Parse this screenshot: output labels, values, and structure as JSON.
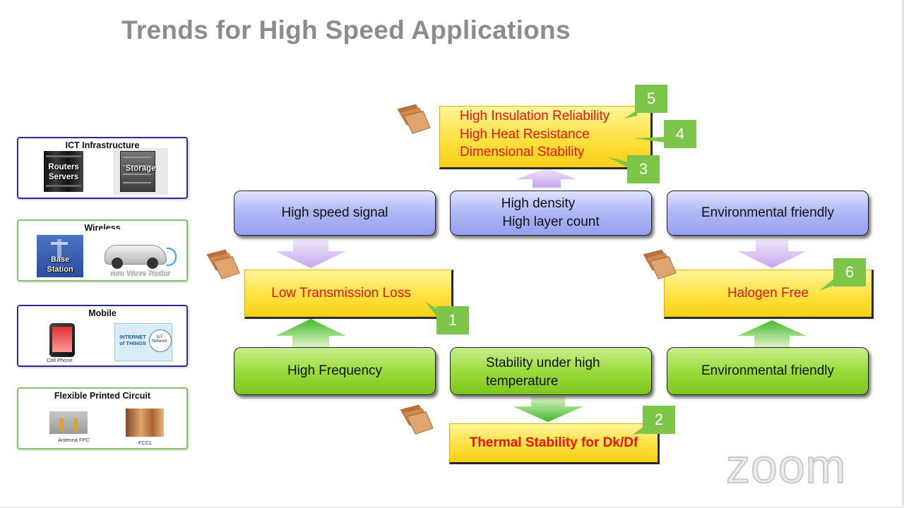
{
  "title": "Trends for High Speed Applications",
  "applications": {
    "ict": {
      "title": "ICT Infrastructure",
      "routers_label": "Routers Servers",
      "storage_label": "Storage"
    },
    "wireless": {
      "title": "Wireless",
      "base_station_label": "Base Station",
      "radar_label": "mm Wave Radar"
    },
    "mobile": {
      "title": "Mobile",
      "cell_phone_label": "Cell Phone",
      "iot_label": "INTERNET of THINGS",
      "iot_network_label": "IoT Network"
    },
    "fpc": {
      "title": "Flexible Printed Circuit",
      "antenna_label": "Antenna FPC",
      "fccl_label": "FCCL"
    }
  },
  "requirements": {
    "high_speed_signal": "High speed signal",
    "high_density_line1": "High density",
    "high_density_line2": "High layer count",
    "environmental_friendly_top": "Environmental friendly"
  },
  "drivers": {
    "high_frequency": "High Frequency",
    "stability_line1": "Stability under high",
    "stability_line2": "temperature",
    "environmental_friendly_bottom": "Environmental friendly"
  },
  "material_properties": {
    "top_line1": "High Insulation Reliability",
    "top_line2": "High Heat Resistance",
    "top_line3": "Dimensional Stability",
    "low_transmission_loss": "Low Transmission Loss",
    "halogen_free": "Halogen Free",
    "thermal_stability": "Thermal Stability for Dk/Df"
  },
  "number_tags": {
    "n1": "1",
    "n2": "2",
    "n3": "3",
    "n4": "4",
    "n5": "5",
    "n6": "6"
  },
  "watermark": "zoom",
  "colors": {
    "title_gray": "#8c8c8c",
    "blue_box": "#aab3f3",
    "green_box": "#9bdb3d",
    "yellow_box": "#ffe13f",
    "red_text": "#ee1111",
    "tag_green": "#7dc548"
  }
}
